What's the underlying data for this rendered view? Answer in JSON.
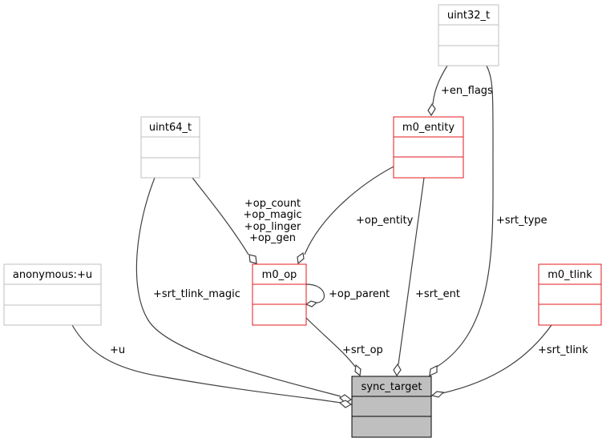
{
  "diagram": {
    "type": "collaboration",
    "nodes": {
      "uint32_t": {
        "title": "uint32_t",
        "style": "gray"
      },
      "uint64_t": {
        "title": "uint64_t",
        "style": "gray"
      },
      "m0_entity": {
        "title": "m0_entity",
        "style": "red"
      },
      "m0_op": {
        "title": "m0_op",
        "style": "red"
      },
      "anonymous_u": {
        "title": "anonymous:+u",
        "style": "gray"
      },
      "m0_tlink": {
        "title": "m0_tlink",
        "style": "red"
      },
      "sync_target": {
        "title": "sync_target",
        "style": "focus"
      }
    },
    "edges": {
      "en_flags": {
        "from": "uint32_t",
        "to": "m0_entity",
        "label": "+en_flags"
      },
      "srt_type": {
        "from": "uint32_t",
        "to": "sync_target",
        "label": "+srt_type"
      },
      "op_fields": {
        "from": "uint64_t",
        "to": "m0_op",
        "label_lines": [
          "+op_count",
          "+op_magic",
          "+op_linger",
          "+op_gen"
        ]
      },
      "srt_tlink_magic": {
        "from": "uint64_t",
        "to": "sync_target",
        "label": "+srt_tlink_magic"
      },
      "op_entity": {
        "from": "m0_entity",
        "to": "m0_op",
        "label": "+op_entity"
      },
      "srt_ent": {
        "from": "m0_entity",
        "to": "sync_target",
        "label": "+srt_ent"
      },
      "op_parent": {
        "from": "m0_op",
        "to": "m0_op",
        "label": "+op_parent"
      },
      "srt_op": {
        "from": "m0_op",
        "to": "sync_target",
        "label": "+srt_op"
      },
      "u": {
        "from": "anonymous_u",
        "to": "sync_target",
        "label": "+u"
      },
      "srt_tlink": {
        "from": "m0_tlink",
        "to": "sync_target",
        "label": "+srt_tlink"
      }
    },
    "colors": {
      "gray_border": "#bfbfbf",
      "red_border": "#e31a1c",
      "focus_fill": "#bfbfbf",
      "focus_border": "#000000",
      "edge": "#404040"
    }
  }
}
